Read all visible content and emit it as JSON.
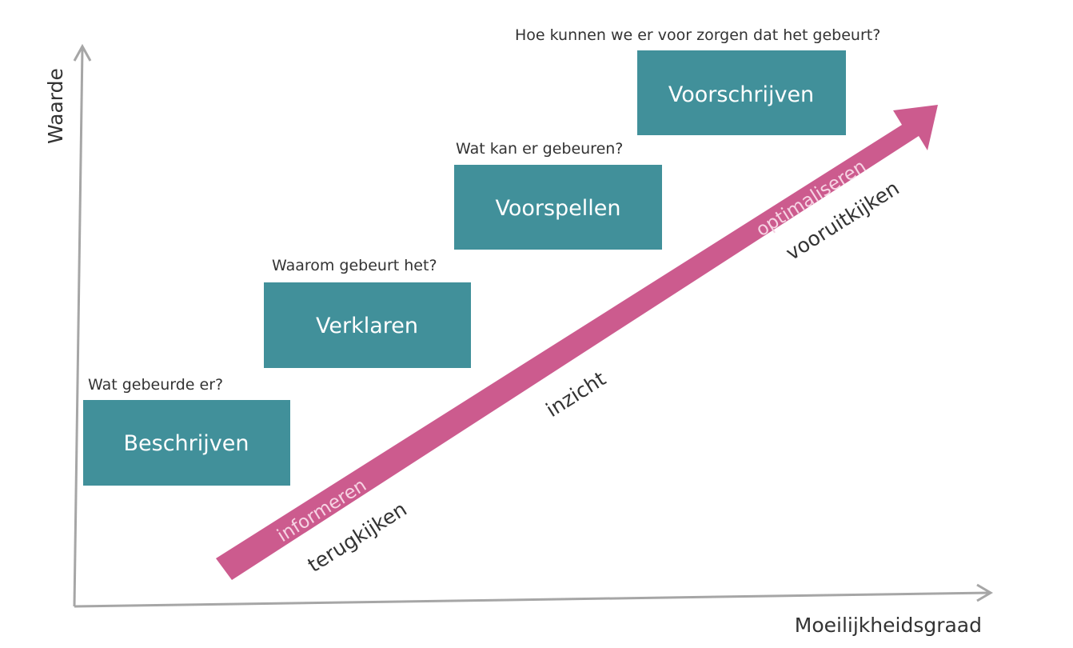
{
  "axes": {
    "y_label": "Waarde",
    "x_label": "Moeilijkheidsgraad"
  },
  "stages": [
    {
      "question": "Wat gebeurde er?",
      "label": "Beschrijven"
    },
    {
      "question": "Waarom gebeurt het?",
      "label": "Verklaren"
    },
    {
      "question": "Wat kan er gebeuren?",
      "label": "Voorspellen"
    },
    {
      "question": "Hoe kunnen we er voor zorgen dat het gebeurt?",
      "label": "Voorschrijven"
    }
  ],
  "arrow": {
    "on_arrow_start": "informeren",
    "on_arrow_end": "optimaliseren",
    "below_start": "terugkijken",
    "below_middle": "inzicht",
    "below_end": "vooruitkijken"
  },
  "colors": {
    "box": "#41909a",
    "arrow": "#cc5b8e",
    "axis": "#a6a6a6",
    "text": "#333333"
  }
}
